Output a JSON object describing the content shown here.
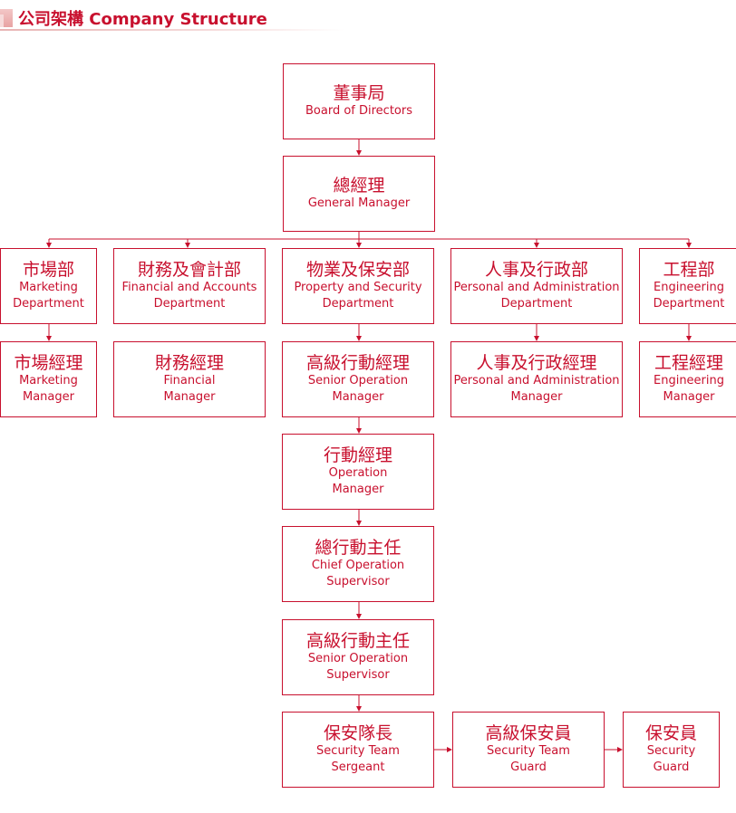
{
  "header": {
    "title": "公司架構 Company Structure"
  },
  "nodes": {
    "board": {
      "zh": "董事局",
      "en1": "Board of Directors",
      "en2": ""
    },
    "gm": {
      "zh": "總經理",
      "en1": "General Manager",
      "en2": ""
    },
    "mkt_dept": {
      "zh": "市場部",
      "en1": "Marketing",
      "en2": "Department"
    },
    "fin_dept": {
      "zh": "財務及會計部",
      "en1": "Financial and Accounts",
      "en2": "Department"
    },
    "prop_dept": {
      "zh": "物業及保安部",
      "en1": "Property and Security",
      "en2": "Department"
    },
    "hr_dept": {
      "zh": "人事及行政部",
      "en1": "Personal and Administration",
      "en2": "Department"
    },
    "eng_dept": {
      "zh": "工程部",
      "en1": "Engineering",
      "en2": "Department"
    },
    "mkt_mgr": {
      "zh": "市場經理",
      "en1": "Marketing",
      "en2": "Manager"
    },
    "fin_mgr": {
      "zh": "財務經理",
      "en1": "Financial",
      "en2": "Manager"
    },
    "sr_op_mgr": {
      "zh": "高級行動經理",
      "en1": "Senior Operation",
      "en2": "Manager"
    },
    "hr_mgr": {
      "zh": "人事及行政經理",
      "en1": "Personal and Administration",
      "en2": "Manager"
    },
    "eng_mgr": {
      "zh": "工程經理",
      "en1": "Engineering",
      "en2": "Manager"
    },
    "op_mgr": {
      "zh": "行動經理",
      "en1": "Operation",
      "en2": "Manager"
    },
    "chief_op_sup": {
      "zh": "總行動主任",
      "en1": "Chief Operation",
      "en2": "Supervisor"
    },
    "sr_op_sup": {
      "zh": "高級行動主任",
      "en1": "Senior Operation",
      "en2": "Supervisor"
    },
    "sec_sgt": {
      "zh": "保安隊長",
      "en1": "Security Team",
      "en2": "Sergeant"
    },
    "sr_guard": {
      "zh": "高級保安員",
      "en1": "Security Team",
      "en2": "Guard"
    },
    "guard": {
      "zh": "保安員",
      "en1": "Security",
      "en2": "Guard"
    }
  },
  "colors": {
    "accent": "#c8102e"
  }
}
